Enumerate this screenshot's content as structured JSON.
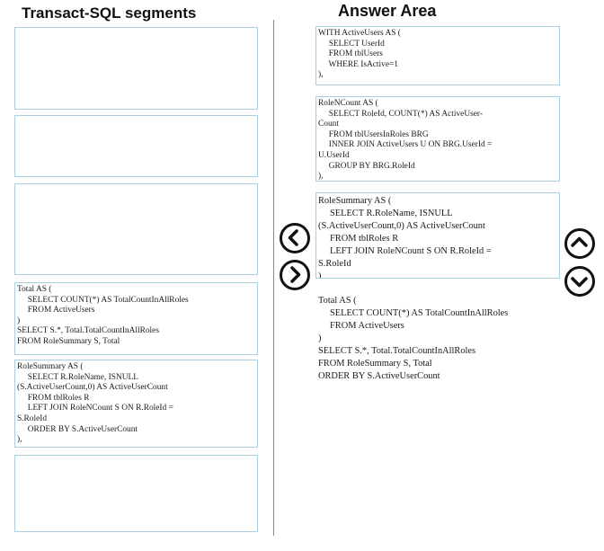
{
  "headings": {
    "segments": "Transact-SQL segments",
    "answer_area": "Answer Area"
  },
  "left_boxes": [
    {
      "lines": []
    },
    {
      "lines": []
    },
    {
      "lines": []
    },
    {
      "lines": [
        "Total AS (",
        "     SELECT COUNT(*) AS TotalCountInAllRoles",
        "     FROM ActiveUsers",
        ")",
        "SELECT S.*, Total.TotalCountInAllRoles",
        "FROM RoleSummary S, Total"
      ]
    },
    {
      "lines": [
        "RoleSummary AS (",
        "     SELECT R.RoleName, ISNULL",
        "(S.ActiveUserCount,0) AS ActiveUserCount",
        "     FROM tblRoles R",
        "     LEFT JOIN RoleNCount S ON R.RoleId =",
        "S.RoleId",
        "     ORDER BY S.ActiveUserCount",
        "),"
      ]
    },
    {
      "lines": []
    }
  ],
  "right_boxes": [
    {
      "lines": [
        "WITH ActiveUsers AS (",
        "     SELECT UserId",
        "     FROM tblUsers",
        "     WHERE IsActive=1",
        "),"
      ]
    },
    {
      "lines": [
        "RoleNCount AS (",
        "     SELECT RoleId, COUNT(*) AS ActiveUser-",
        "Count",
        "     FROM tblUsersInRoles BRG",
        "     INNER JOIN ActiveUsers U ON BRG.UserId =",
        "U.UserId",
        "     GROUP BY BRG.RoleId",
        "),"
      ]
    },
    {
      "lines": [
        "RoleSummary AS (",
        "     SELECT R.RoleName, ISNULL",
        "(S.ActiveUserCount,0) AS ActiveUserCount",
        "     FROM tblRoles R",
        "     LEFT JOIN RoleNCount S ON R.RoleId =",
        "S.RoleId",
        "),"
      ]
    },
    {
      "lines": [
        "Total AS (",
        "     SELECT COUNT(*) AS TotalCountInAllRoles",
        "     FROM ActiveUsers",
        ")",
        "SELECT S.*, Total.TotalCountInAllRoles",
        "FROM RoleSummary S, Total",
        "ORDER BY S.ActiveUserCount"
      ]
    }
  ],
  "controls": {
    "move_left_icon": "chevron-left-icon",
    "move_right_icon": "chevron-right-icon",
    "move_up_icon": "chevron-up-icon",
    "move_down_icon": "chevron-down-icon"
  }
}
